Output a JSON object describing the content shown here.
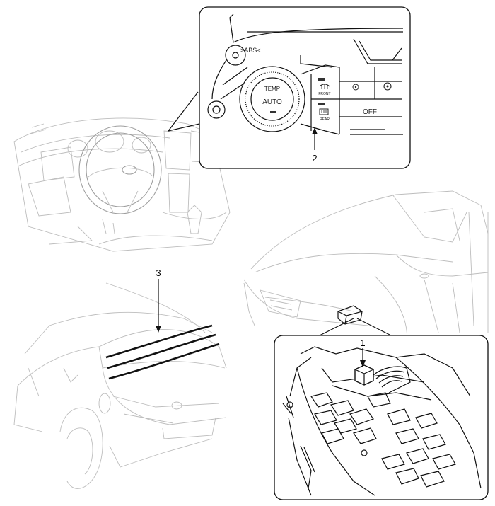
{
  "diagram": {
    "callouts": [
      {
        "id": "1",
        "label": "1",
        "target": "relay in engine-room fuse box"
      },
      {
        "id": "2",
        "label": "2",
        "target": "climate control switch"
      },
      {
        "id": "3",
        "label": "3",
        "target": "rear window defogger lines"
      }
    ],
    "climate_panel": {
      "abs_label": ">ABS<",
      "temp_label": "TEMP",
      "auto_label": "AUTO",
      "front_label": "FRONT",
      "rear_label": "REAR",
      "off_label": "OFF"
    }
  }
}
